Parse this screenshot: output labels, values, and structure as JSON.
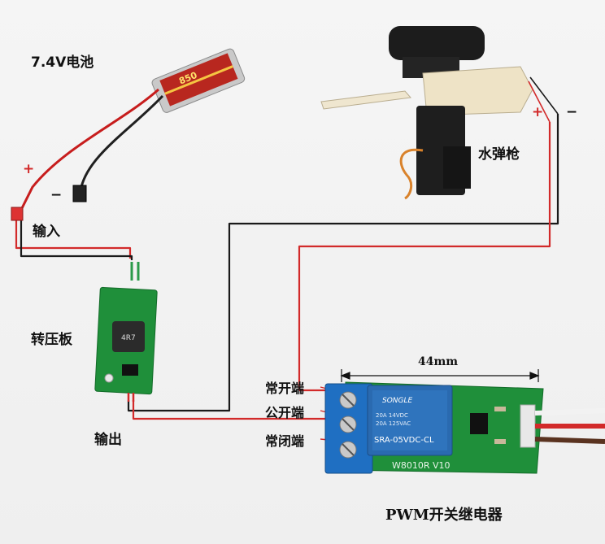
{
  "labels": {
    "battery": "7.4V电池",
    "input": "输入",
    "converter": "转压板",
    "output": "输出",
    "water_gun": "水弹枪",
    "no_terminal": "常开端",
    "com_terminal": "公开端",
    "nc_terminal": "常闭端",
    "dimension": "44mm",
    "relay_title": "PWM开关继电器"
  },
  "polarity": {
    "battery_plus": "+",
    "battery_minus": "−",
    "gun_plus": "+",
    "gun_minus": "−"
  },
  "components": {
    "battery_brand": "850",
    "inductor_marking": "4R7",
    "relay_brand": "SONGLE",
    "relay_line1": "20A 14VDC",
    "relay_line2": "20A 125VAC",
    "relay_model": "SRA-05VDC-CL",
    "board_model": "W8010R V10"
  },
  "colors": {
    "red_wire": "#d22a2a",
    "black_wire": "#1a1a1a",
    "pcb_green": "#1f8f3a",
    "terminal_blue": "#1f6fc2",
    "relay_blue": "#2a6ab0"
  }
}
